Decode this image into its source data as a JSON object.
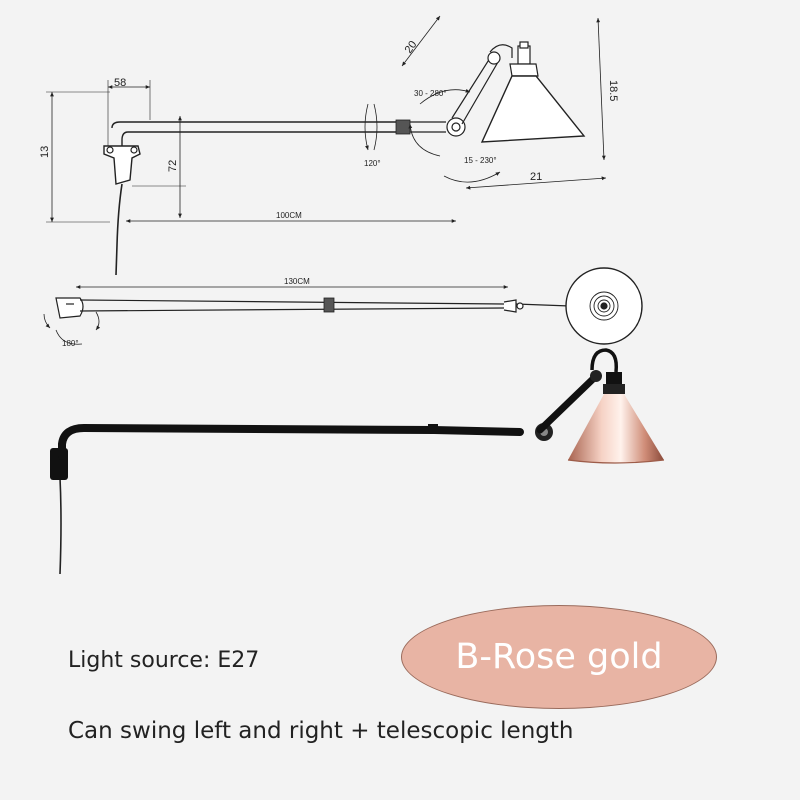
{
  "drawing_labels": {
    "shade_side": "20",
    "shade_height": "18.5",
    "bracket_width": "58",
    "bracket_height": "13",
    "drop": "72",
    "arm_length": "100CM",
    "max_length": "130CM",
    "joint_rotation": "30 - 280°",
    "shade_rotation": "15 - 230°",
    "shade_diameter": "21",
    "arm_rotation": "120°",
    "base_rotation": "180°"
  },
  "light_source": "Light source: E27",
  "color_badge": {
    "label": "B-Rose gold",
    "fill": "#e8b4a4"
  },
  "feature_text": "Can swing left and right + telescopic length"
}
